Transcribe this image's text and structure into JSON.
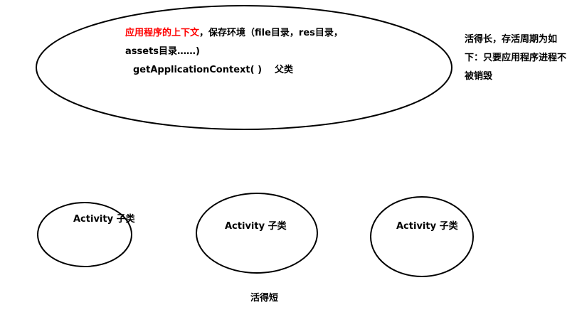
{
  "context": {
    "title_red": "应用程序的上下文",
    "title_rest": "，保存环境（file目录，res目录，",
    "line2": "assets目录……)",
    "method": "getApplicationContext( )",
    "method_role": "父类"
  },
  "side_note": {
    "line1": "活得长，存活周期为如",
    "line2": "下：只要应用程序进程不",
    "line3": "被销毁"
  },
  "activities": [
    {
      "label": "Activity 子类"
    },
    {
      "label": "Activity 子类"
    },
    {
      "label": "Activity 子类"
    }
  ],
  "bottom_note": "活得短",
  "colors": {
    "highlight": "#ff0000",
    "stroke": "#000000",
    "background": "#ffffff"
  }
}
